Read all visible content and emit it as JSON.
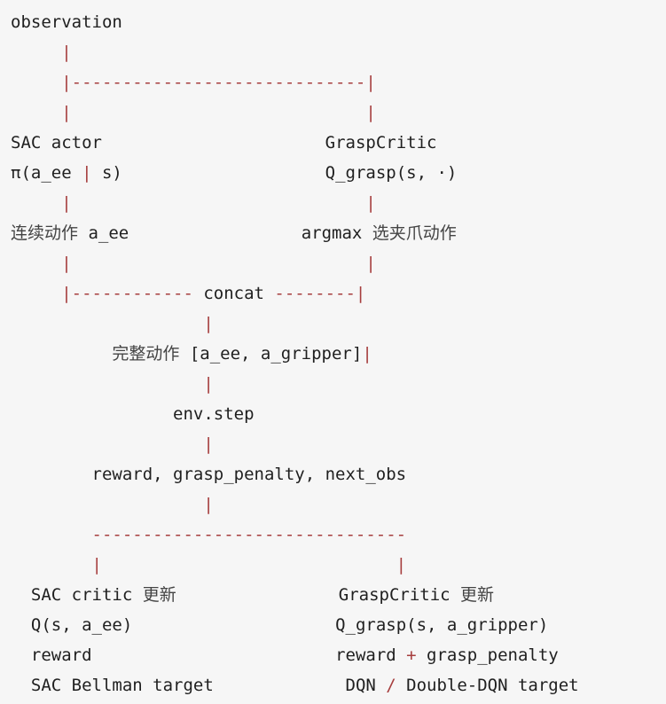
{
  "lines": [
    [
      {
        "t": "observation",
        "k": "text"
      }
    ],
    [
      {
        "t": "     |",
        "k": "conn"
      }
    ],
    [
      {
        "t": "     |-----------------------------|",
        "k": "conn"
      }
    ],
    [
      {
        "t": "     |                             |",
        "k": "conn"
      }
    ],
    [
      {
        "t": "SAC actor",
        "k": "text"
      },
      {
        "t": "                      ",
        "k": "sp"
      },
      {
        "t": "GraspCritic",
        "k": "text"
      }
    ],
    [
      {
        "t": "π(a_ee ",
        "k": "text"
      },
      {
        "t": "|",
        "k": "conn"
      },
      {
        "t": " s)",
        "k": "text"
      },
      {
        "t": "                    ",
        "k": "sp"
      },
      {
        "t": "Q_grasp(s, ·)",
        "k": "text"
      }
    ],
    [
      {
        "t": "     |                             |",
        "k": "conn"
      }
    ],
    [
      {
        "t": "连续动作",
        "k": "cjk"
      },
      {
        "t": " a_ee",
        "k": "text"
      },
      {
        "t": "                 ",
        "k": "sp"
      },
      {
        "t": "argmax ",
        "k": "text"
      },
      {
        "t": "选夹爪动作",
        "k": "cjk"
      }
    ],
    [
      {
        "t": "     |                             |",
        "k": "conn"
      }
    ],
    [
      {
        "t": "     |------------ ",
        "k": "conn"
      },
      {
        "t": "concat",
        "k": "text"
      },
      {
        "t": " --------|",
        "k": "conn"
      }
    ],
    [
      {
        "t": "                   |",
        "k": "conn"
      }
    ],
    [
      {
        "t": "          ",
        "k": "sp"
      },
      {
        "t": "完整动作",
        "k": "cjk"
      },
      {
        "t": " [a_ee, a_gripper]",
        "k": "text"
      },
      {
        "t": "|",
        "k": "conn"
      }
    ],
    [
      {
        "t": "                   |",
        "k": "conn"
      }
    ],
    [
      {
        "t": "                ",
        "k": "sp"
      },
      {
        "t": "env.step",
        "k": "text"
      }
    ],
    [
      {
        "t": "                   |",
        "k": "conn"
      }
    ],
    [
      {
        "t": "        ",
        "k": "sp"
      },
      {
        "t": "reward, grasp_penalty, next_obs",
        "k": "text"
      }
    ],
    [
      {
        "t": "                   |",
        "k": "conn"
      }
    ],
    [
      {
        "t": "        -------------------------------",
        "k": "conn"
      }
    ],
    [
      {
        "t": "        |                             |",
        "k": "conn"
      }
    ],
    [
      {
        "t": "  SAC critic ",
        "k": "text"
      },
      {
        "t": "更新",
        "k": "cjk"
      },
      {
        "t": "                ",
        "k": "sp"
      },
      {
        "t": "GraspCritic ",
        "k": "text"
      },
      {
        "t": "更新",
        "k": "cjk"
      }
    ],
    [
      {
        "t": "  Q(s, a_ee)",
        "k": "text"
      },
      {
        "t": "                    ",
        "k": "sp"
      },
      {
        "t": "Q_grasp(s, a_gripper)",
        "k": "text"
      }
    ],
    [
      {
        "t": "  reward",
        "k": "text"
      },
      {
        "t": "                        ",
        "k": "sp"
      },
      {
        "t": "reward ",
        "k": "text"
      },
      {
        "t": "+",
        "k": "conn"
      },
      {
        "t": " grasp_penalty",
        "k": "text"
      }
    ],
    [
      {
        "t": "  SAC Bellman target",
        "k": "text"
      },
      {
        "t": "             ",
        "k": "sp"
      },
      {
        "t": "DQN ",
        "k": "text"
      },
      {
        "t": "/",
        "k": "conn"
      },
      {
        "t": " Double-DQN target",
        "k": "text"
      }
    ]
  ]
}
